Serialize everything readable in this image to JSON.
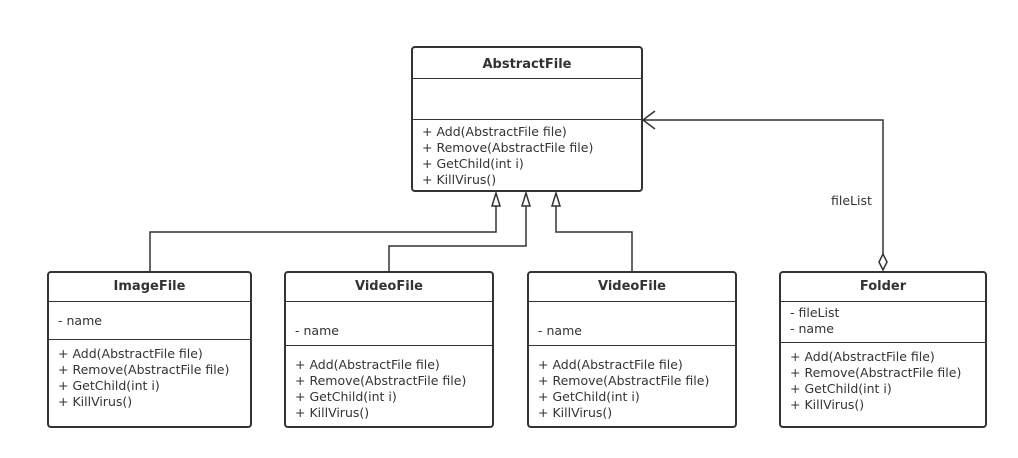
{
  "classes": {
    "abstract_file": {
      "name": "AbstractFile",
      "attributes": [],
      "operations": [
        "+ Add(AbstractFile file)",
        "+ Remove(AbstractFile file)",
        "+ GetChild(int i)",
        "+ KillVirus()"
      ]
    },
    "image_file": {
      "name": "ImageFile",
      "attributes": [
        "- name"
      ],
      "operations": [
        "+ Add(AbstractFile file)",
        "+ Remove(AbstractFile file)",
        "+ GetChild(int i)",
        "+ KillVirus()"
      ]
    },
    "video_file_1": {
      "name": "VideoFile",
      "attributes": [
        "- name"
      ],
      "operations": [
        "+ Add(AbstractFile file)",
        "+ Remove(AbstractFile file)",
        "+ GetChild(int i)",
        "+ KillVirus()"
      ]
    },
    "video_file_2": {
      "name": "VideoFile",
      "attributes": [
        "- name"
      ],
      "operations": [
        "+ Add(AbstractFile file)",
        "+ Remove(AbstractFile file)",
        "+ GetChild(int i)",
        "+ KillVirus()"
      ]
    },
    "folder": {
      "name": "Folder",
      "attributes": [
        "- fileList",
        "- name"
      ],
      "operations": [
        "+ Add(AbstractFile file)",
        "+ Remove(AbstractFile file)",
        "+ GetChild(int i)",
        "+ KillVirus()"
      ]
    }
  },
  "relations": {
    "aggregation_label": "fileList"
  },
  "colors": {
    "line": "#333333",
    "background": "#ffffff"
  }
}
